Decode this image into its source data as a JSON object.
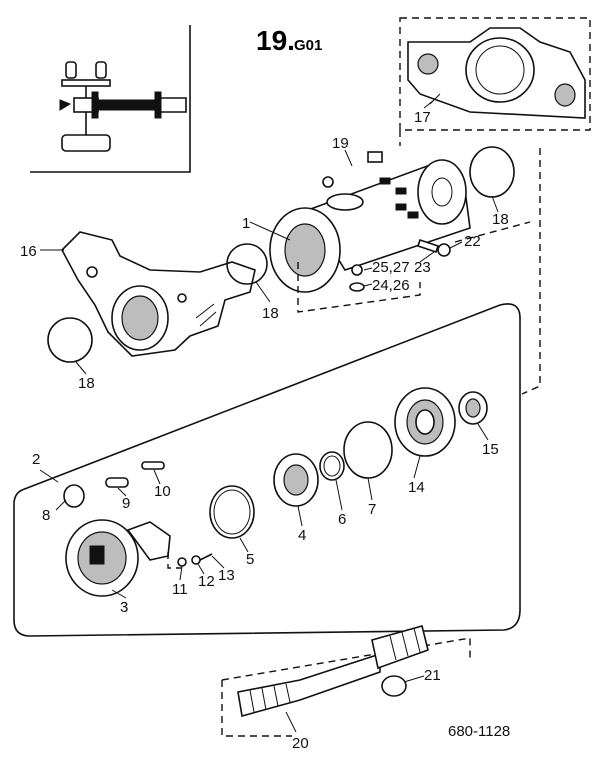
{
  "header": {
    "title_main": "19.",
    "title_sub": "G01"
  },
  "footer": {
    "ref_code": "680-1128"
  },
  "callouts": [
    {
      "id": "c1",
      "text": "1"
    },
    {
      "id": "c2",
      "text": "2"
    },
    {
      "id": "c3",
      "text": "3"
    },
    {
      "id": "c4",
      "text": "4"
    },
    {
      "id": "c5",
      "text": "5"
    },
    {
      "id": "c6",
      "text": "6"
    },
    {
      "id": "c7",
      "text": "7"
    },
    {
      "id": "c8",
      "text": "8"
    },
    {
      "id": "c9",
      "text": "9"
    },
    {
      "id": "c10",
      "text": "10"
    },
    {
      "id": "c11",
      "text": "11"
    },
    {
      "id": "c12",
      "text": "12"
    },
    {
      "id": "c13",
      "text": "13"
    },
    {
      "id": "c14",
      "text": "14"
    },
    {
      "id": "c15",
      "text": "15"
    },
    {
      "id": "c16",
      "text": "16"
    },
    {
      "id": "c17",
      "text": "17"
    },
    {
      "id": "c18a",
      "text": "18"
    },
    {
      "id": "c18b",
      "text": "18"
    },
    {
      "id": "c18c",
      "text": "18"
    },
    {
      "id": "c19",
      "text": "19"
    },
    {
      "id": "c20",
      "text": "20"
    },
    {
      "id": "c21",
      "text": "21"
    },
    {
      "id": "c22",
      "text": "22"
    },
    {
      "id": "c23",
      "text": "23"
    },
    {
      "id": "c2527",
      "text": "25,27"
    },
    {
      "id": "c2426",
      "text": "24,26"
    }
  ]
}
